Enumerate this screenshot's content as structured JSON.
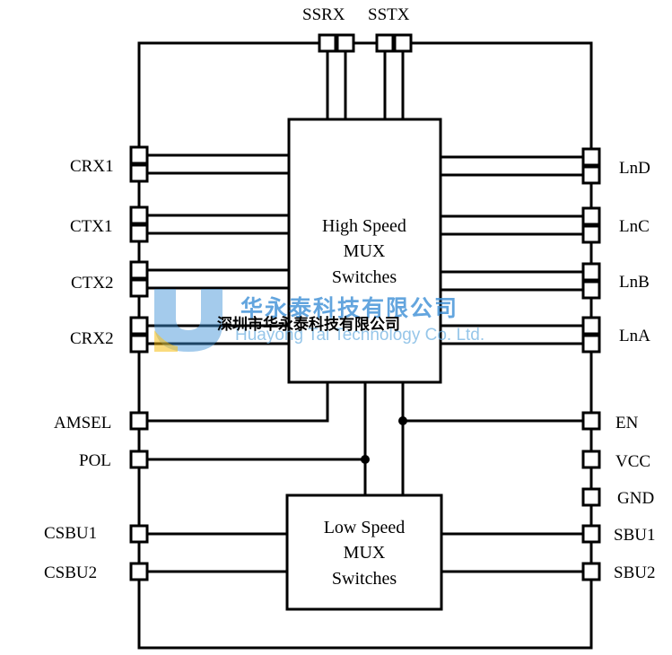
{
  "top_pins": {
    "ssrx": "SSRX",
    "sstx": "SSTX"
  },
  "left_pins": {
    "crx1": "CRX1",
    "ctx1": "CTX1",
    "ctx2": "CTX2",
    "crx2": "CRX2",
    "amsel": "AMSEL",
    "pol": "POL",
    "csbu1": "CSBU1",
    "csbu2": "CSBU2"
  },
  "right_pins": {
    "lnd": "LnD",
    "lnc": "LnC",
    "lnb": "LnB",
    "lna": "LnA",
    "en": "EN",
    "vcc": "VCC",
    "gnd": "GND",
    "sbu1": "SBU1",
    "sbu2": "SBU2"
  },
  "high_speed_block": {
    "line1": "High Speed",
    "line2": "MUX",
    "line3": "Switches"
  },
  "low_speed_block": {
    "line1": "Low Speed",
    "line2": "MUX",
    "line3": "Switches"
  },
  "watermark": {
    "company_cn": "华永泰科技有限公司",
    "company_en": "Huayong Tai Technology Co. Ltd.",
    "company_cn_overlay": "深圳市华永泰科技有限公司",
    "logo_colors": [
      "#3d8fd6",
      "#f5b800"
    ]
  }
}
